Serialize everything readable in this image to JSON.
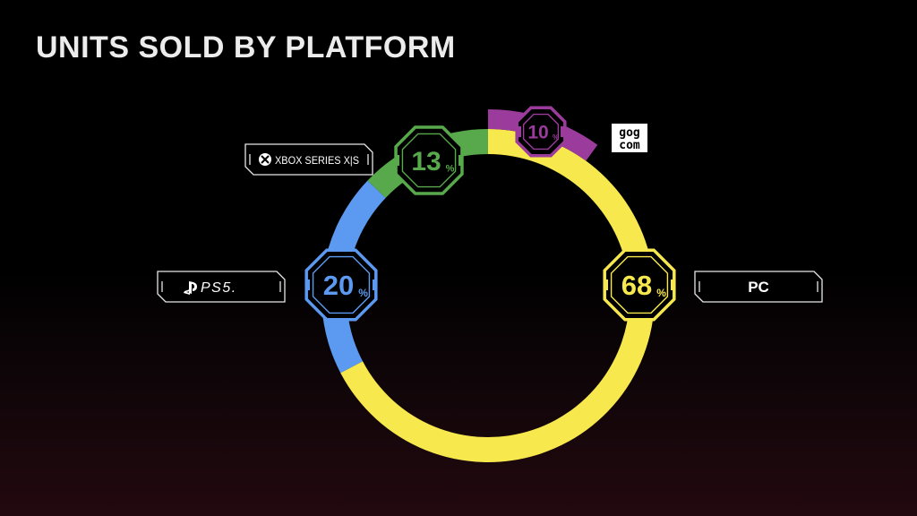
{
  "chart_data": {
    "type": "pie",
    "title": "UNITS SOLD BY PLATFORM",
    "categories": [
      "PC",
      "PS5",
      "XBOX SERIES X|S",
      "GOG.COM"
    ],
    "values": [
      68,
      20,
      13,
      10
    ],
    "unit": "%",
    "labels": {
      "pc": "PC",
      "ps5": "PS5.",
      "xbox": "XBOX SERIES X|S",
      "gog_top": "gog",
      "gog_bottom": "com"
    },
    "colors": {
      "pc": "#f7e94d",
      "ps5": "#5b9af0",
      "xbox": "#58a94b",
      "gog": "#9b3b9c"
    },
    "legend": "none",
    "grid": false
  }
}
